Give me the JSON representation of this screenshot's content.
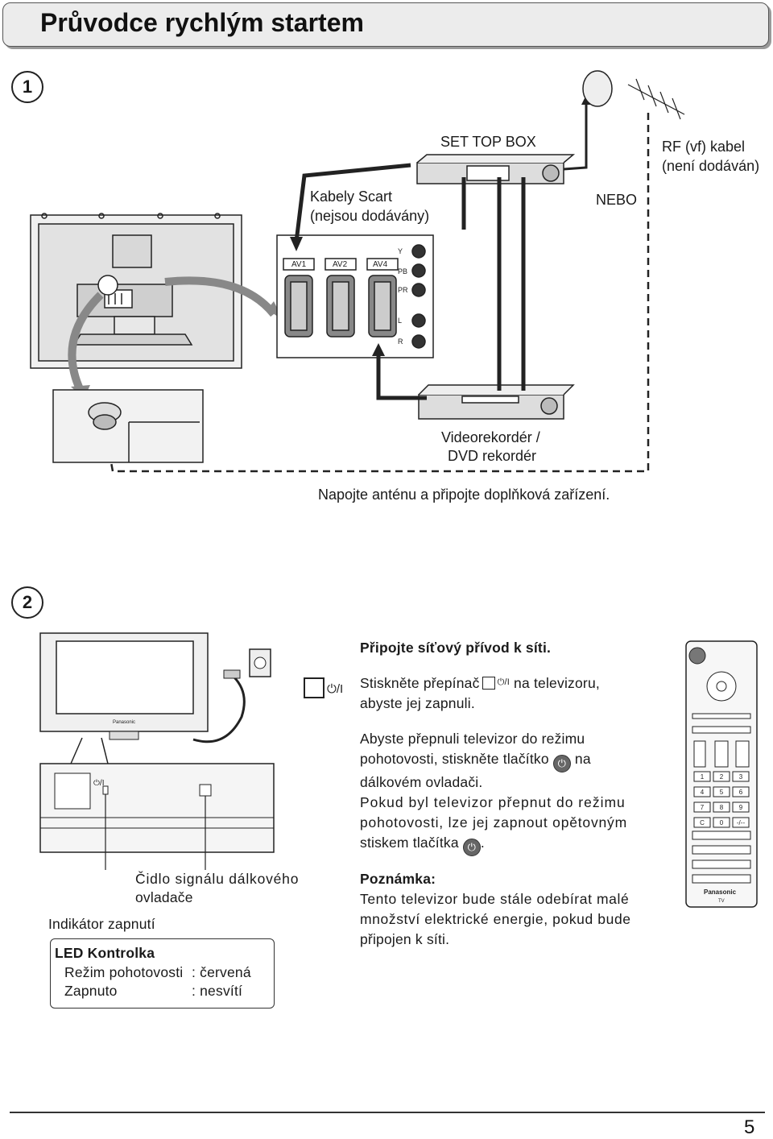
{
  "title": "Průvodce rychlým startem",
  "step1": {
    "number": "1",
    "set_top_box": "SET TOP BOX",
    "rf_cable_line1": "RF (vf) kabel",
    "rf_cable_line2": "(není dodáván)",
    "scart_line1": "Kabely Scart",
    "scart_line2": "(nejsou dodávány)",
    "nebo": "NEBO",
    "ports": [
      "AV1",
      "AV2",
      "AV4"
    ],
    "component_labels": [
      "Y",
      "PB",
      "PR",
      "L",
      "R"
    ],
    "recorder_line1": "Videorekordér /",
    "recorder_line2": "DVD rekordér",
    "caption": "Napojte anténu a připojte doplňková zařízení."
  },
  "step2": {
    "number": "2",
    "switch_symbol": "⏻/I",
    "heading": "Připojte síťový přívod k síti.",
    "press_switch_a": "Stiskněte přepínač",
    "press_switch_symbol": "⏻/I",
    "press_switch_b": "na televizoru,",
    "press_switch_c": "abyste jej zapnuli.",
    "standby_a": "Abyste přepnuli televizor do režimu",
    "standby_b": "pohotovosti, stiskněte tlačítko",
    "standby_c": "na",
    "standby_d": "dálkovém ovladači.",
    "standby_e": "Pokud byl televizor přepnut do režimu",
    "standby_f": "pohotovosti,  lze jej zapnout opětovným",
    "standby_g": "stiskem tlačítka",
    "standby_h": ".",
    "sensor_line1": "Čidlo signálu dálkového",
    "sensor_line2": "ovladače",
    "power_indicator": "Indikátor zapnutí",
    "led_title": "LED Kontrolka",
    "led_standby_label": "Režim pohotovosti",
    "led_standby_value": ": červená",
    "led_on_label": "Zapnuto",
    "led_on_value": ": nesvítí",
    "note_title": "Poznámka:",
    "note_line1": "Tento televizor bude stále odebírat malé",
    "note_line2": "množství elektrické energie, pokud bude",
    "note_line3": "připojen k síti.",
    "tv_brand": "Panasonic",
    "remote_brand": "Panasonic",
    "remote_sub": "TV",
    "remote_keys": [
      "1",
      "2",
      "3",
      "4",
      "5",
      "6",
      "7",
      "8",
      "9",
      "C",
      "0",
      "-/--"
    ]
  },
  "page_number": "5"
}
